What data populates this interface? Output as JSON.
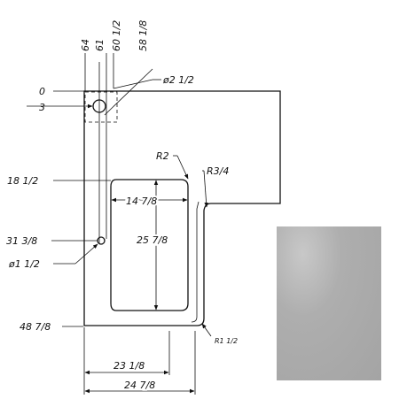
{
  "diagram": {
    "top_dims": {
      "d64": "64",
      "d61": "61",
      "d60": "60 1/2",
      "d58": "58 1/8"
    },
    "left_dims": {
      "d0": "0",
      "d3": "3",
      "d18": "18 1/2",
      "d31": "31 3/8",
      "d48": "48 7/8"
    },
    "hole_dims": {
      "large": "ø2 1/2",
      "small": "ø1 1/2"
    },
    "radii": {
      "r2": "R2",
      "r34": "R3/4",
      "r112": "R1 1/2"
    },
    "cutout_dims": {
      "width": "14 7/8",
      "height": "25 7/8"
    },
    "bottom_dims": {
      "inner": "23 1/8",
      "outer": "24 7/8"
    }
  },
  "swatch": {
    "color": "#a8a8a8",
    "name": "gray-material-swatch"
  }
}
